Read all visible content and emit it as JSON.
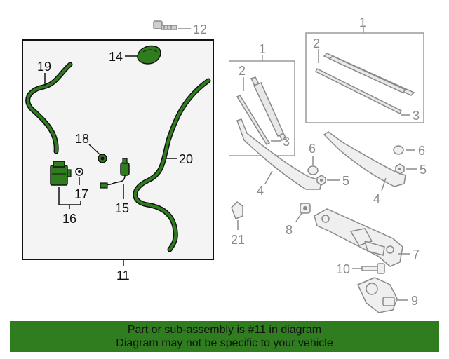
{
  "colors": {
    "highlight_part": "#2f7d1f",
    "other_part": "#9a9a9a",
    "footer_background": "#2f7d1f"
  },
  "callouts": {
    "c1a": "1",
    "c1b": "1",
    "c2a": "2",
    "c2b": "2",
    "c3a": "3",
    "c3b": "3",
    "c4a": "4",
    "c4b": "4",
    "c5a": "5",
    "c5b": "5",
    "c6a": "6",
    "c6b": "6",
    "c7": "7",
    "c8": "8",
    "c9": "9",
    "c10": "10",
    "c11": "11",
    "c12": "12",
    "c14": "14",
    "c15": "15",
    "c16": "16",
    "c17": "17",
    "c18": "18",
    "c19": "19",
    "c20": "20",
    "c21": "21"
  },
  "footer": {
    "line1": "Part or sub-assembly is #11 in diagram",
    "line2": "Diagram may not be specific to your vehicle"
  }
}
